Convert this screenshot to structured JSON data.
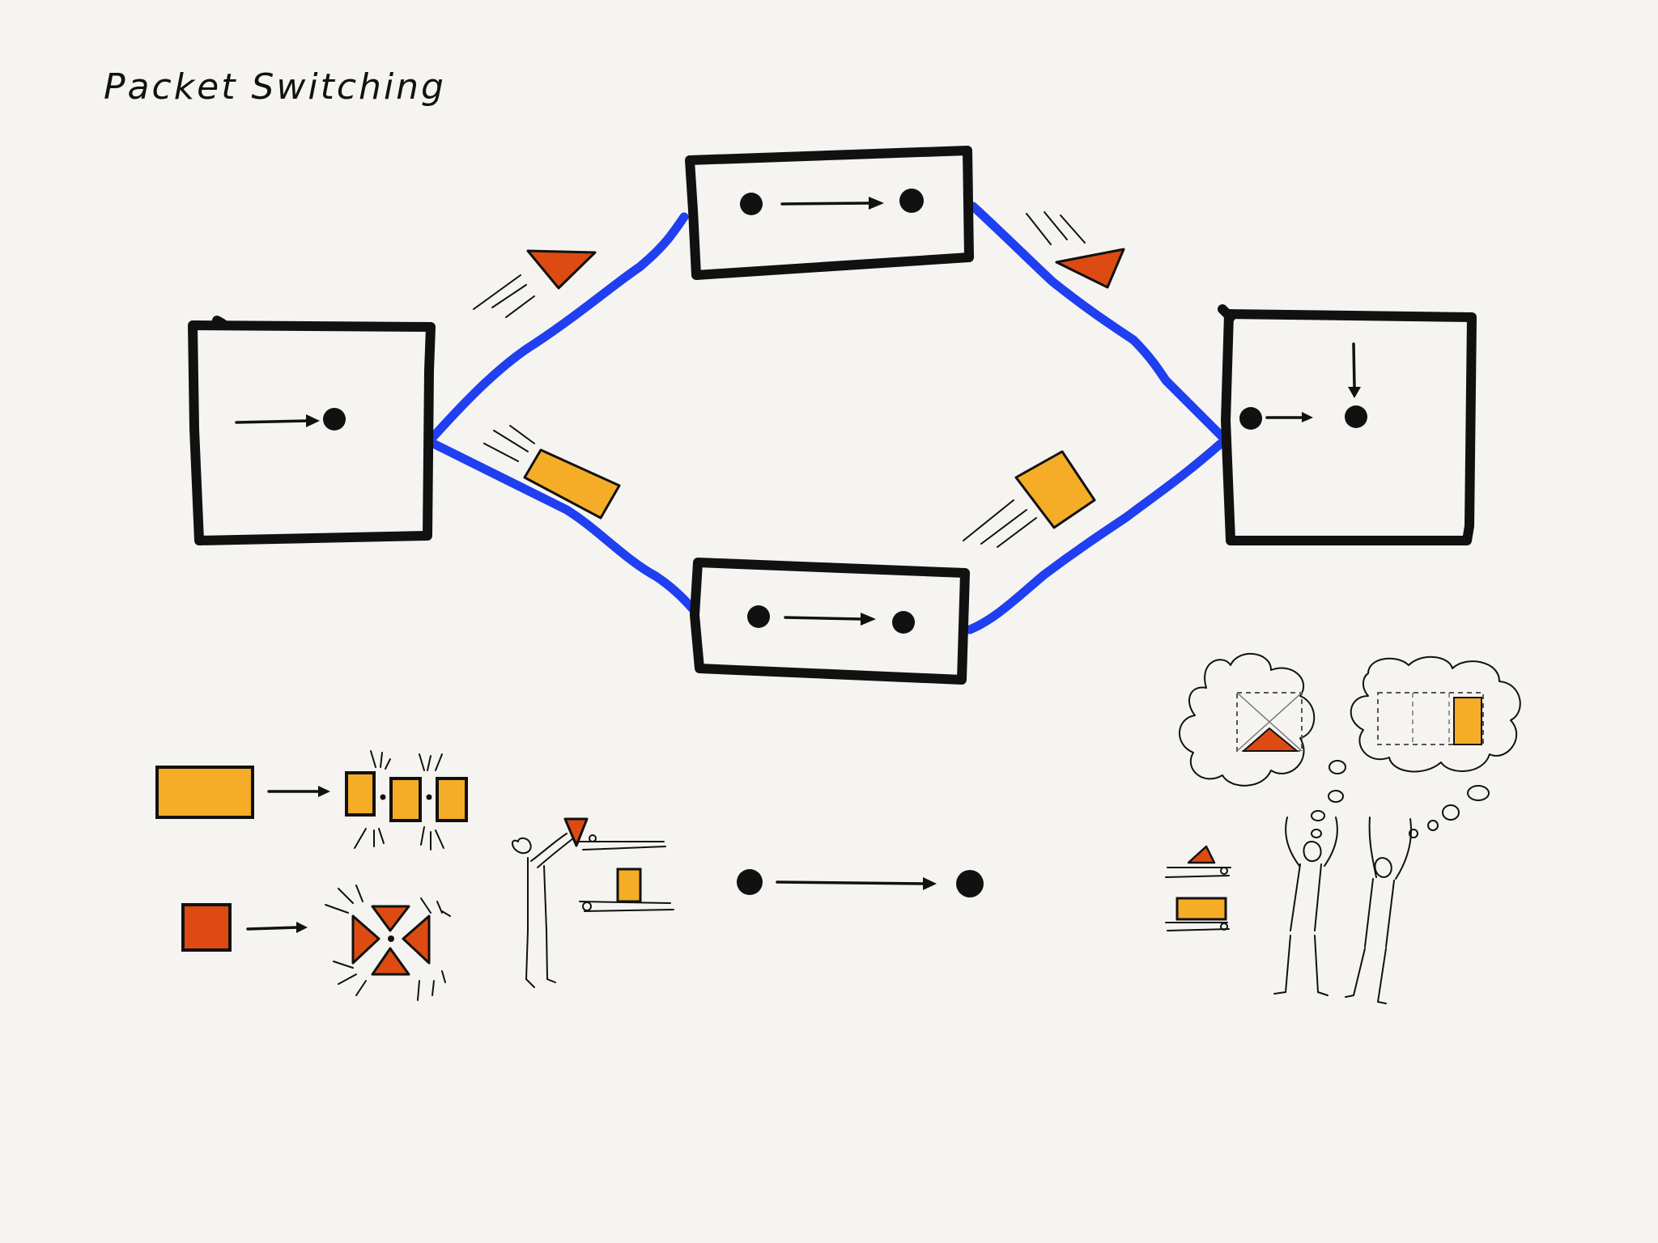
{
  "title": "Packet Switching",
  "colors": {
    "background": "#f5f4f1",
    "ink": "#111111",
    "link": "#1f3ff0",
    "packet_large": "#f5ad27",
    "packet_small": "#dd4b12"
  },
  "icons": {
    "node": "node-box",
    "packet_large": "yellow-rectangle-packet",
    "packet_small": "red-triangle-packet",
    "person": "stick-figure",
    "thought": "thought-bubble"
  }
}
